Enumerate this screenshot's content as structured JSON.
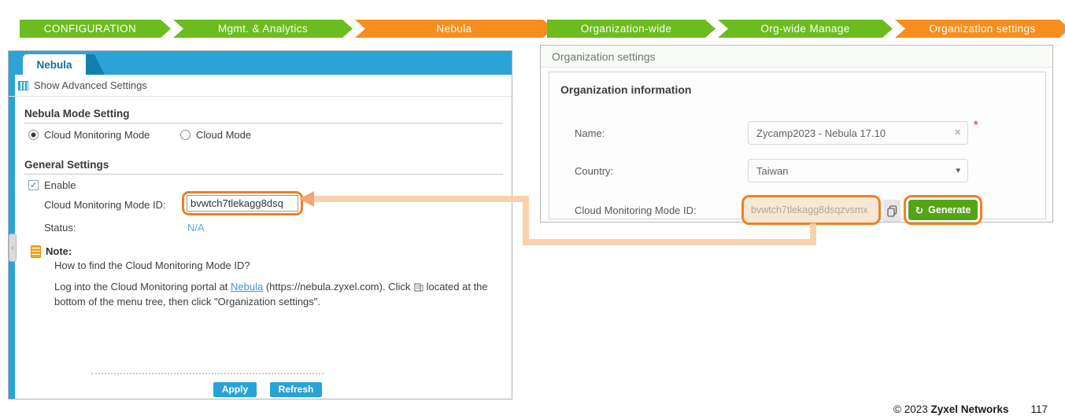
{
  "breadcrumb_left": {
    "items": [
      {
        "label": "CONFIGURATION",
        "state": "active-green"
      },
      {
        "label": "Mgmt. & Analytics",
        "state": "active-green"
      },
      {
        "label": "Nebula",
        "state": "current-orange"
      }
    ]
  },
  "breadcrumb_right": {
    "items": [
      {
        "label": "Organization-wide",
        "state": "active-green"
      },
      {
        "label": "Org-wide Manage",
        "state": "active-green"
      },
      {
        "label": "Organization settings",
        "state": "current-orange"
      }
    ]
  },
  "left_panel": {
    "tab_label": "Nebula",
    "advanced_label": "Show Advanced Settings",
    "mode": {
      "title": "Nebula Mode Setting",
      "radios": [
        {
          "label": "Cloud Monitoring Mode",
          "selected": true
        },
        {
          "label": "Cloud Mode",
          "selected": false
        }
      ]
    },
    "general": {
      "title": "General Settings",
      "enable_label": "Enable",
      "enable_checked": true,
      "id_label": "Cloud Monitoring Mode ID:",
      "id_value": "bvwtch7tlekagg8dsq",
      "status_label": "Status:",
      "status_value": "N/A"
    },
    "note": {
      "title": "Note:",
      "question": "How to find the Cloud Monitoring Mode ID?",
      "p1": "Log into the Cloud Monitoring portal at ",
      "link_text": "Nebula",
      "p2": " (https://nebula.zyxel.com). Click ",
      "p3": " located at the bottom of the menu tree, then click \"Organization settings\"."
    },
    "buttons": {
      "apply": "Apply",
      "refresh": "Refresh"
    }
  },
  "right_panel": {
    "title": "Organization settings",
    "section_title": "Organization information",
    "name": {
      "label": "Name:",
      "value": "Zycamp2023 - Nebula 17.10",
      "required_mark": "*"
    },
    "country": {
      "label": "Country:",
      "value": "Taiwan"
    },
    "cmm": {
      "label": "Cloud Monitoring Mode ID:",
      "value": "bvwtch7tlekagg8dsqzvsmx",
      "generate_label": "Generate"
    }
  },
  "footer": {
    "copyright": "© 2023 ",
    "brand": "Zyxel Networks",
    "page_number": "117"
  },
  "icons": {
    "clear": "×",
    "dropdown_caret": "▾",
    "generate_refresh": "↻",
    "checkbox_check": "✓",
    "panel_handle_chevron": "‹"
  },
  "colors": {
    "breadcrumb_green": "#6cbc1f",
    "breadcrumb_orange": "#f78e1e",
    "panel_blue": "#2ca3d6",
    "highlight_orange": "#ef8022",
    "generate_green": "#54a516",
    "link_blue": "#4397ce",
    "status_blue": "#56abdd"
  }
}
